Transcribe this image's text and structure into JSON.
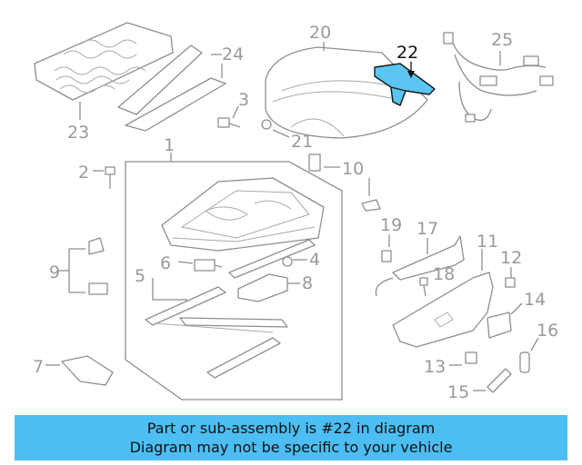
{
  "callouts": {
    "c1": "1",
    "c2": "2",
    "c3": "3",
    "c4": "4",
    "c5": "5",
    "c6": "6",
    "c7": "7",
    "c8": "8",
    "c9": "9",
    "c10": "10",
    "c11": "11",
    "c12": "12",
    "c13": "13",
    "c14": "14",
    "c15": "15",
    "c16": "16",
    "c17": "17",
    "c18": "18",
    "c19": "19",
    "c20": "20",
    "c21": "21",
    "c22": "22",
    "c23": "23",
    "c24": "24",
    "c25": "25"
  },
  "highlight": {
    "part": "22",
    "color": "#5bc6f2"
  },
  "caption": {
    "line1": "Part or sub-assembly is #22 in diagram",
    "line2": "Diagram may not be specific to your vehicle",
    "background": "#4cbef3"
  }
}
